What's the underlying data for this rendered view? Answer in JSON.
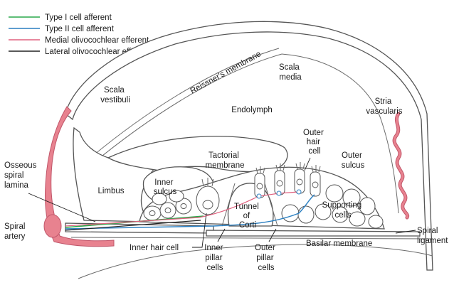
{
  "legend": [
    {
      "label": "Type I cell afferent",
      "color": "#2aa84a"
    },
    {
      "label": "Type II cell afferent",
      "color": "#2a7fc1"
    },
    {
      "label": "Medial olivocochlear efferent",
      "color": "#e0607e"
    },
    {
      "label": "Lateral olivocochlear efferent",
      "color": "#222222"
    }
  ],
  "labels": {
    "scala_vestibuli": [
      "Scala",
      "vestibuli"
    ],
    "reissners_membrane": "Reissner's membrane",
    "scala_media": [
      "Scala",
      "media"
    ],
    "stria_vascularis": [
      "Stria",
      "vascularis"
    ],
    "endolymph": "Endolymph",
    "outer_hair_cell": [
      "Outer",
      "hair",
      "cell"
    ],
    "outer_sulcus": [
      "Outer",
      "sulcus"
    ],
    "tectorial_membrane": [
      "Tactorial",
      "membrane"
    ],
    "inner_sulcus": [
      "Inner",
      "sulcus"
    ],
    "limbus": "Limbus",
    "osseous_spiral_lamina": [
      "Osseous",
      "spiral",
      "lamina"
    ],
    "tunnel_of_corti": [
      "Tunnel",
      "of",
      "Corti"
    ],
    "supporting_cells": [
      "Supporting",
      "cells"
    ],
    "spiral_artery": [
      "Spiral",
      "artery"
    ],
    "inner_hair_cell": "Inner hair cell",
    "inner_pillar_cells": [
      "Inner",
      "pillar",
      "cells"
    ],
    "outer_pillar_cells": [
      "Outer",
      "pillar",
      "cells"
    ],
    "basilar_membrane": "Basilar membrane",
    "spiral_ligament": [
      "Spiral",
      "ligament"
    ]
  },
  "colors": {
    "artery": "#e8828f",
    "artery_stroke": "#c0566a",
    "tissue_stroke": "#555555"
  }
}
